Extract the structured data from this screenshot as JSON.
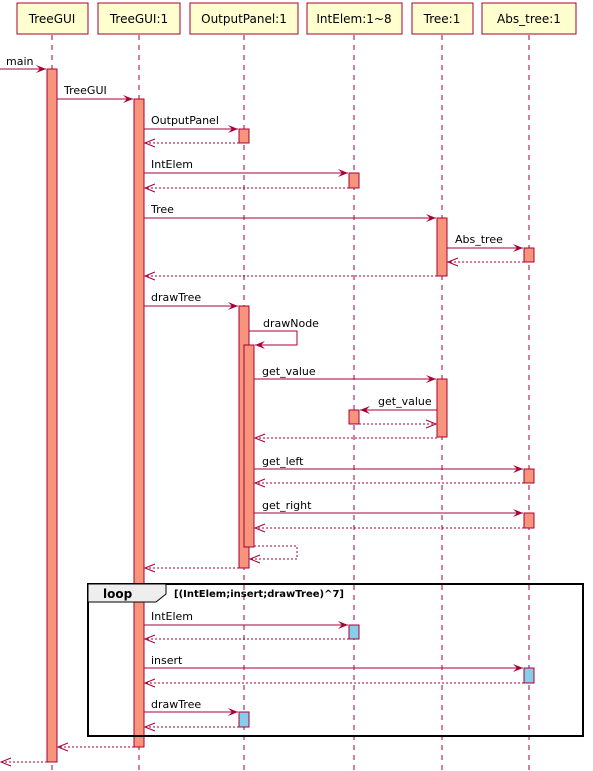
{
  "participants": [
    {
      "id": "treegui",
      "label": "TreeGUI"
    },
    {
      "id": "treegui1",
      "label": "TreeGUI:1"
    },
    {
      "id": "outputpanel1",
      "label": "OutputPanel:1"
    },
    {
      "id": "intelem",
      "label": "IntElem:1~8"
    },
    {
      "id": "tree1",
      "label": "Tree:1"
    },
    {
      "id": "abstree1",
      "label": "Abs_tree:1"
    }
  ],
  "messages": {
    "main": "main",
    "treegui_ctor": "TreeGUI",
    "outputpanel_ctor": "OutputPanel",
    "intelem_ctor": "IntElem",
    "tree_ctor": "Tree",
    "abstree_ctor": "Abs_tree",
    "drawtree": "drawTree",
    "drawnode": "drawNode",
    "get_value_1": "get_value",
    "get_value_2": "get_value",
    "get_left": "get_left",
    "get_right": "get_right",
    "loop_intelem": "IntElem",
    "loop_insert": "insert",
    "loop_drawtree": "drawTree"
  },
  "loop": {
    "keyword": "loop",
    "guard": "[(IntElem;insert;drawTree)^7]"
  },
  "colors": {
    "border": "#a80036",
    "participant_fill": "#fefece",
    "activation_fill": "#f6957c",
    "loop_activation_fill": "#87ceeb"
  }
}
